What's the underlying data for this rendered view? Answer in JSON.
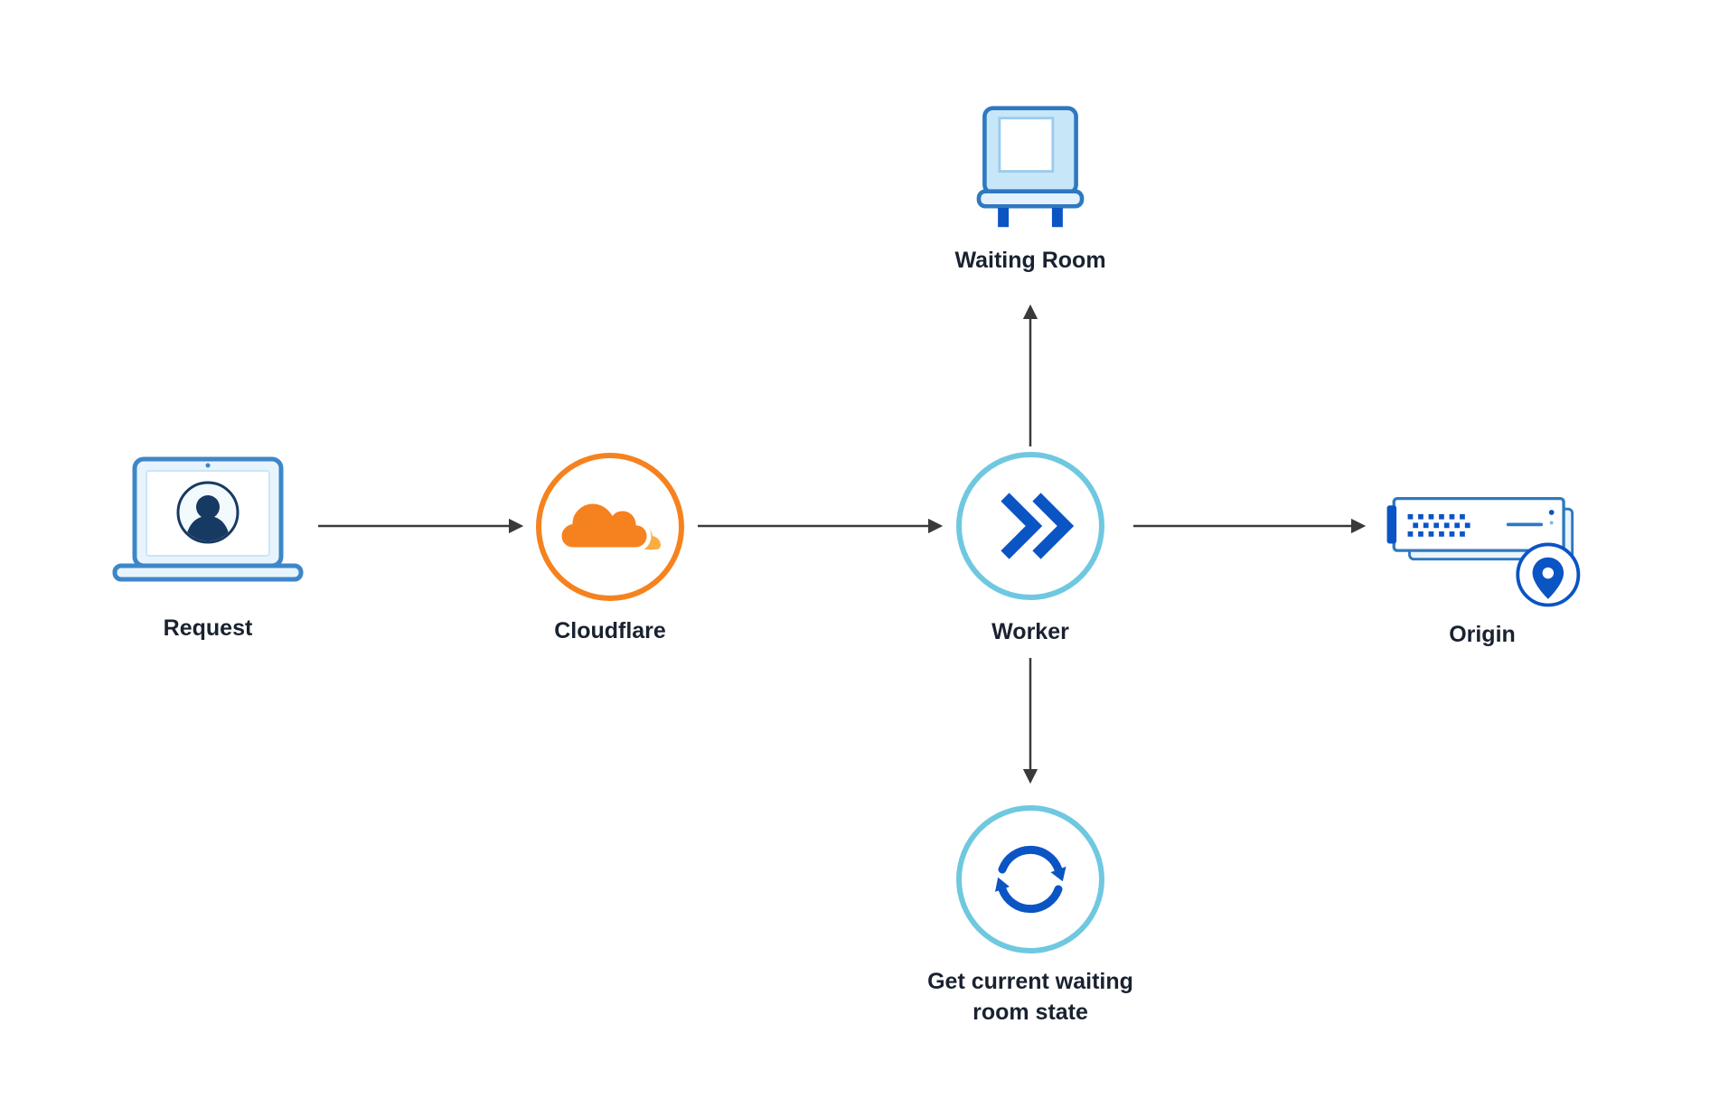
{
  "diagram": {
    "nodes": {
      "request": {
        "label": "Request",
        "icon": "laptop-icon"
      },
      "cloudflare": {
        "label": "Cloudflare",
        "icon": "cloudflare-logo-icon"
      },
      "worker": {
        "label": "Worker",
        "icon": "worker-chevrons-icon"
      },
      "waiting_room": {
        "label": "Waiting Room",
        "icon": "armchair-icon"
      },
      "origin": {
        "label": "Origin",
        "icon": "server-location-icon"
      },
      "waiting_room_state": {
        "label": "Get current waiting room state",
        "icon": "sync-icon"
      }
    },
    "edges": [
      {
        "from": "request",
        "to": "cloudflare"
      },
      {
        "from": "cloudflare",
        "to": "worker"
      },
      {
        "from": "worker",
        "to": "waiting_room"
      },
      {
        "from": "worker",
        "to": "origin"
      },
      {
        "from": "worker",
        "to": "waiting_room_state"
      }
    ],
    "colors": {
      "cloudflare_orange": "#F6821F",
      "cloudflare_light_orange": "#FBAD41",
      "worker_blue": "#0B54C4",
      "accent_cyan": "#6FC8E0",
      "icon_stroke_blue": "#2E79C0",
      "icon_light_blue": "#C7E6F8",
      "arrow": "#3A3A3A",
      "label": "#1A2230",
      "background": "#FFFFFF"
    }
  }
}
